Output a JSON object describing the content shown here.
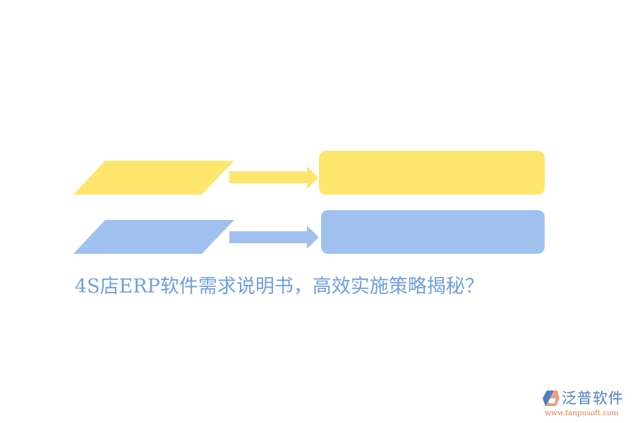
{
  "title": "4S店ERP软件需求说明书，高效实施策略揭秘？",
  "colors": {
    "yellow": "#fde66b",
    "blue": "#a0c1ee",
    "title_text": "#6f9ee0",
    "logo_blue": "#4a7fc4",
    "logo_orange": "#e07a4a"
  },
  "diagram": {
    "rows": [
      {
        "color": "yellow",
        "input_label": "",
        "output_label": ""
      },
      {
        "color": "blue",
        "input_label": "",
        "output_label": ""
      }
    ]
  },
  "logo": {
    "icon": "fanpu-hexagon-logo-icon",
    "name": "泛普软件",
    "url": "www.fanpusoft.com"
  }
}
